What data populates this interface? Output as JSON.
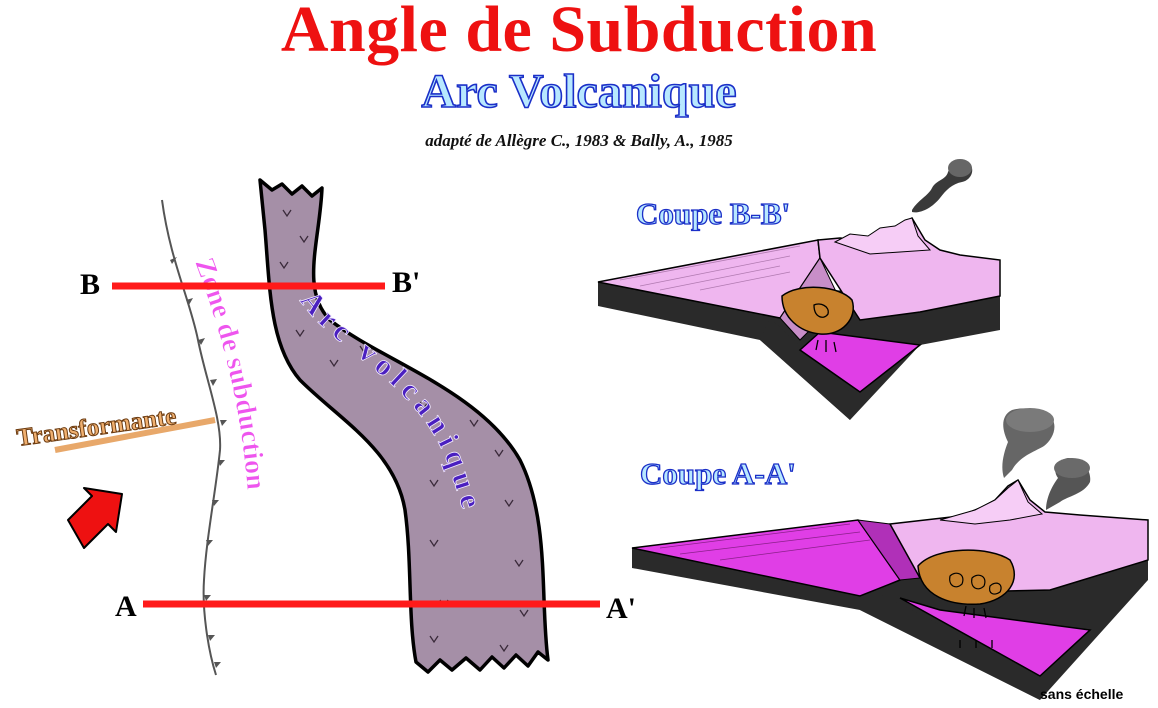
{
  "header": {
    "title": "Angle de Subduction",
    "subtitle": "Arc Volcanique",
    "credit": "adapté de Allègre C., 1983 & Bally, A., 1985"
  },
  "map": {
    "subduction_label": "Zone de subduction",
    "arc_label": "Arc volcanique",
    "transform_label": "Transformante",
    "section_b": {
      "start": "B",
      "end": "B'"
    },
    "section_a": {
      "start": "A",
      "end": "A'"
    }
  },
  "sections": {
    "bb_title": "Coupe B-B'",
    "aa_title": "Coupe A-A'"
  },
  "scale_note": "sans échelle",
  "colors": {
    "title_red": "#ee1111",
    "outline_blue": "#1b2fc8",
    "arc_fill": "#a58fa7",
    "arc_text": "#4a1fc0",
    "subduction_text": "#ee55ee",
    "transform_orange": "#e8a86a",
    "section_line": "#ff1a1a",
    "pink_plate": "#efb6ef",
    "magenta_plate": "#e03ee6",
    "block_dark": "#2a2a2a",
    "magma": "#c8822e",
    "arrow_red": "#ee1111"
  }
}
